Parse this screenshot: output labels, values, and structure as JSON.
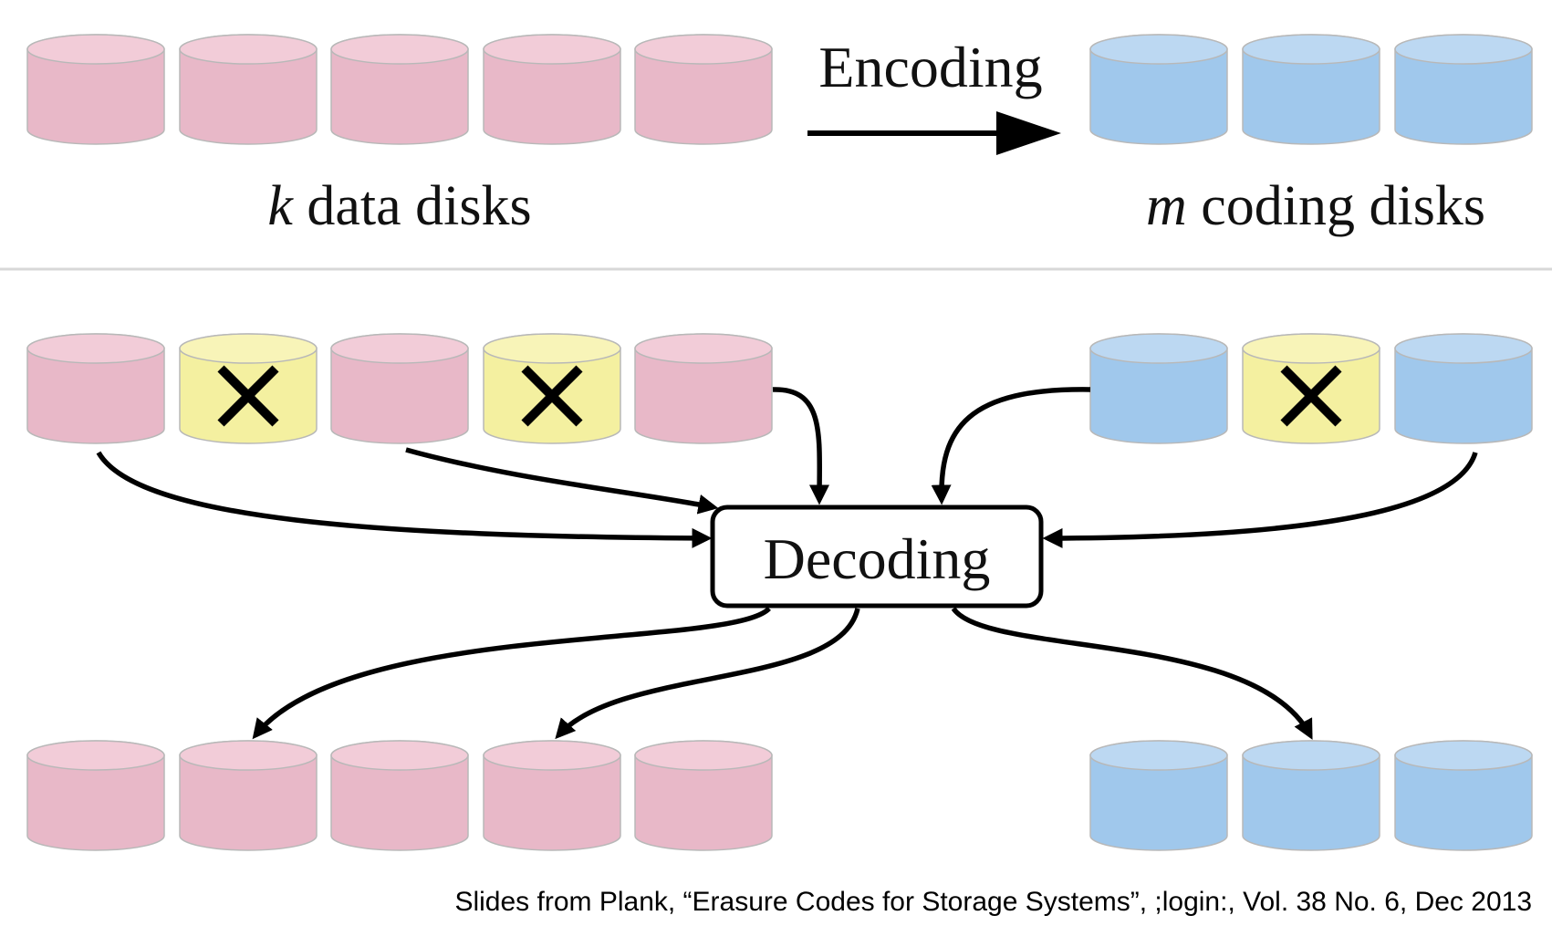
{
  "labels": {
    "encoding": "Encoding",
    "decoding": "Decoding",
    "data_disks_var": "k",
    "data_disks_text": " data disks",
    "coding_disks_var": "m",
    "coding_disks_text": " coding disks"
  },
  "caption": "Slides from Plank, “Erasure Codes for Storage Systems”, ;login:, Vol. 38 No. 6, Dec 2013",
  "colors": {
    "data_disk": "#e8b8c8",
    "data_disk_top": "#f2ccd8",
    "coding_disk": "#a0c8ec",
    "coding_disk_top": "#bcd8f2",
    "failed_disk": "#f4f0a0",
    "failed_disk_top": "#f8f4b8",
    "disk_outline": "#b8b8b8",
    "divider": "#d8d8d8",
    "arrow": "#000000"
  },
  "rows": {
    "encoding": {
      "data_disks": [
        "ok",
        "ok",
        "ok",
        "ok",
        "ok"
      ],
      "coding_disks": [
        "ok",
        "ok",
        "ok"
      ]
    },
    "decoding_input": {
      "data_disks": [
        "ok",
        "failed",
        "ok",
        "failed",
        "ok"
      ],
      "coding_disks": [
        "ok",
        "failed",
        "ok"
      ]
    },
    "decoding_output": {
      "data_disks": [
        "ok",
        "ok",
        "ok",
        "ok",
        "ok"
      ],
      "coding_disks": [
        "ok",
        "ok",
        "ok"
      ]
    }
  }
}
